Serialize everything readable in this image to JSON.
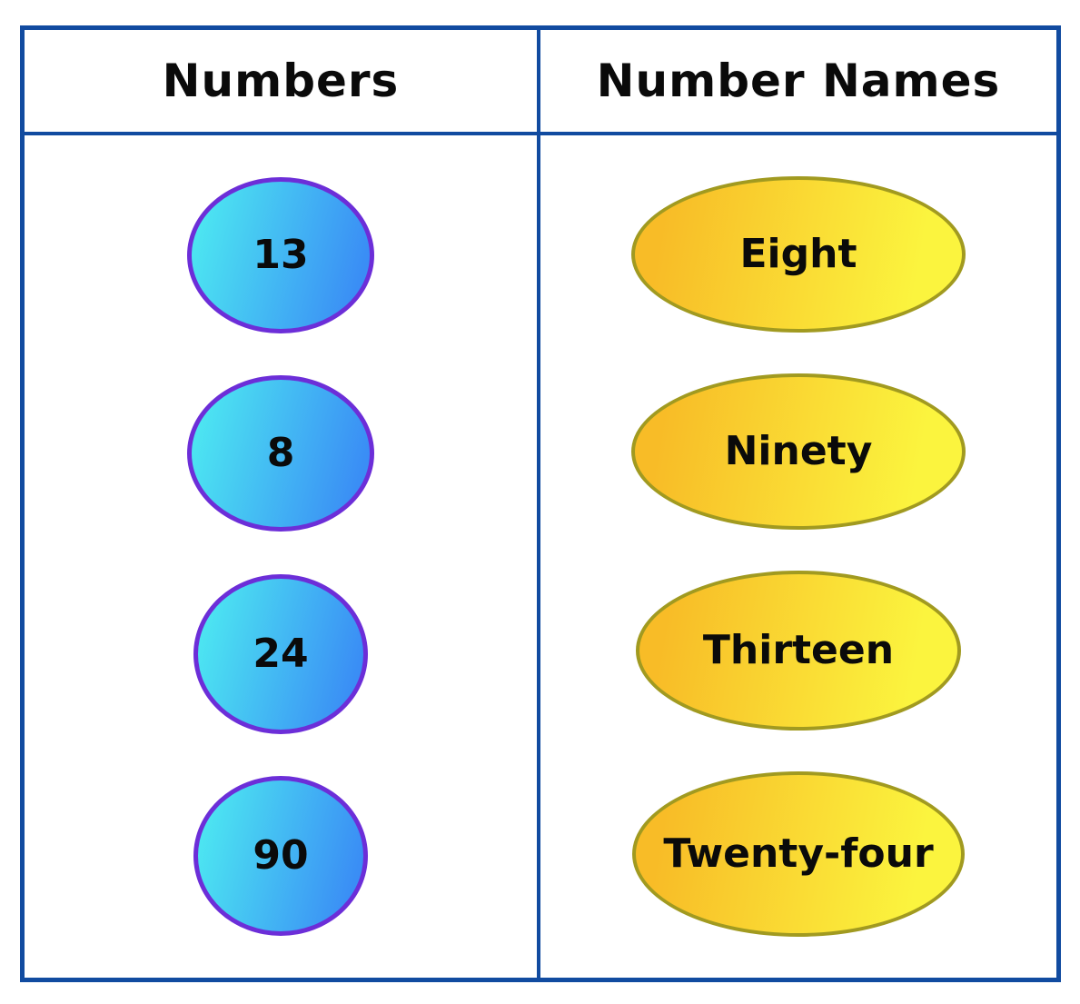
{
  "worksheet": {
    "columns": [
      {
        "header": "Numbers",
        "items": [
          "13",
          "8",
          "24",
          "90"
        ]
      },
      {
        "header": "Number Names",
        "items": [
          "Eight",
          "Ninety",
          "Thirteen",
          "Twenty-four"
        ]
      }
    ]
  },
  "colors": {
    "table_border": "#114BA0",
    "number_ellipse_border": "#6C2ED8",
    "number_ellipse_gradient_start": "#4DE9F1",
    "number_ellipse_gradient_end": "#3A8DF5",
    "name_ellipse_border": "#A19A20",
    "name_ellipse_gradient_start": "#F8BC27",
    "name_ellipse_gradient_end": "#FBF43E",
    "text": "#0A0A0A",
    "background": "#FFFFFF"
  }
}
